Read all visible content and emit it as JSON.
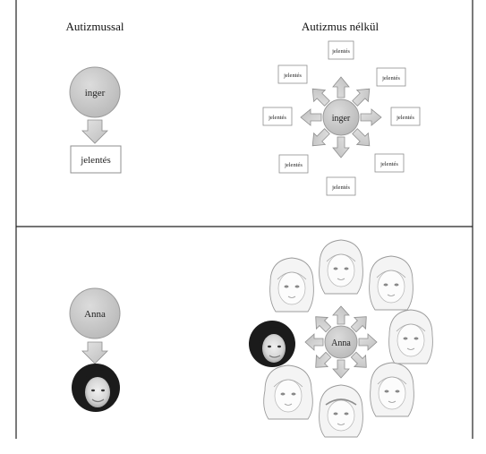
{
  "headings": {
    "left": "Autizmussal",
    "right": "Autizmus nélkül"
  },
  "top_left": {
    "stimulus": "inger",
    "meaning": "jelentés"
  },
  "top_right": {
    "stimulus": "inger",
    "meanings": [
      "jelentés",
      "jelentés",
      "jelentés",
      "jelentés",
      "jelentés",
      "jelentés",
      "jelentés",
      "jelentés"
    ]
  },
  "bottom_left": {
    "person": "Anna"
  },
  "bottom_right": {
    "person": "Anna"
  },
  "colors": {
    "circle_fill": "#c9c9c9",
    "circle_stroke": "#9a9a9a",
    "arrow_fill": "#d2d2d2",
    "arrow_stroke": "#8e8e8e",
    "box_stroke": "#8f8f8f",
    "frame": "#222222"
  }
}
